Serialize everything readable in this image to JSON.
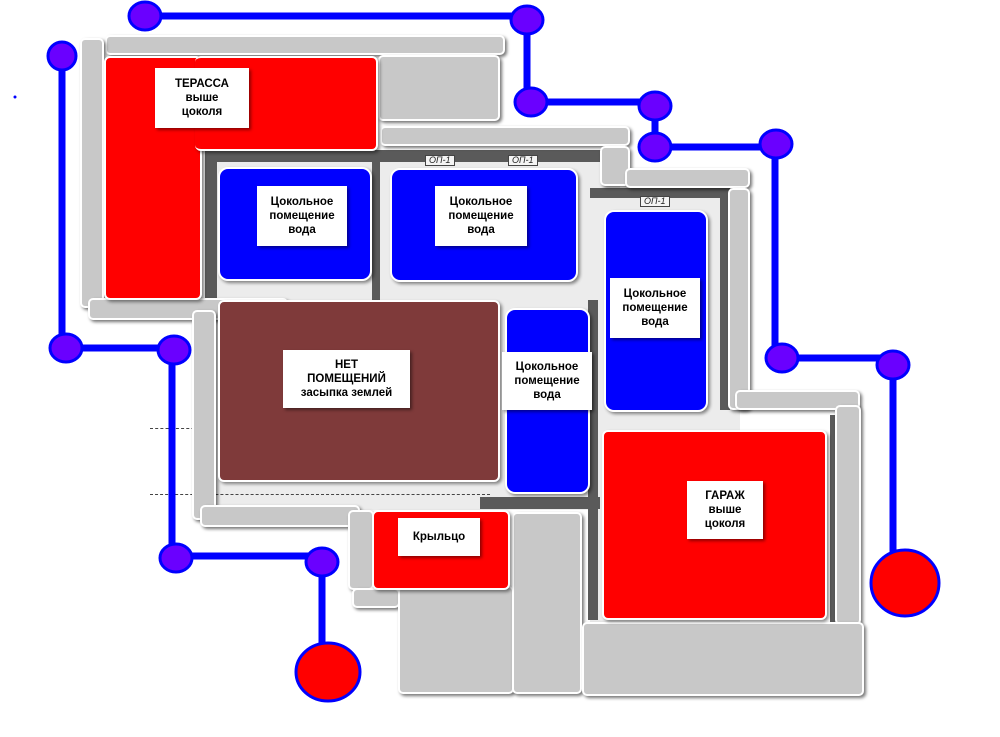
{
  "rooms": {
    "terrace": {
      "line1": "ТЕРАССА",
      "line2": "выше",
      "line3": "цоколя"
    },
    "basement_1": {
      "line1": "Цокольное",
      "line2": "помещение",
      "line3": "вода"
    },
    "basement_2": {
      "line1": "Цокольное",
      "line2": "помещение",
      "line3": "вода"
    },
    "basement_3": {
      "line1": "Цокольное",
      "line2": "помещение",
      "line3": "вода"
    },
    "basement_4": {
      "line1": "Цокольное",
      "line2": "помещение",
      "line3": "вода"
    },
    "no_rooms": {
      "line1": "НЕТ",
      "line2": "ПОМЕЩЕНИЙ",
      "line3": "засыпка землей"
    },
    "porch": {
      "line1": "Крыльцо"
    },
    "garage": {
      "line1": "ГАРАЖ",
      "line2": "выше",
      "line3": "цоколя"
    }
  },
  "markers": [
    "ОП-1",
    "ОП-1",
    "ОП-1"
  ],
  "colors": {
    "red": "#ff0000",
    "blue": "#0000ff",
    "brown": "#7f3a3a",
    "gray": "#c8c8c8",
    "node": "#6a00ff"
  }
}
